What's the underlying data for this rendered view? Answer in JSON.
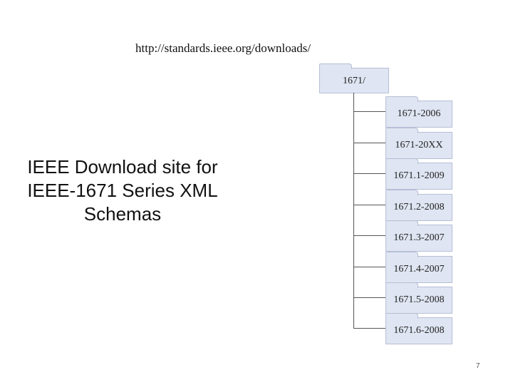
{
  "url": "http://standards.ieee.org/downloads/",
  "title_lines": [
    "IEEE Download site for",
    "IEEE-1671 Series XML",
    "Schemas"
  ],
  "tree": {
    "root": "1671/",
    "children": [
      "1671-2006",
      "1671-20XX",
      "1671.1-2009",
      "1671.2-2008",
      "1671.3-2007",
      "1671.4-2007",
      "1671.5-2008",
      "1671.6-2008"
    ]
  },
  "colors": {
    "folder_fill": "#dfe5f2",
    "folder_border": "#b6bfd6",
    "line": "#555555"
  },
  "page_number": "7"
}
